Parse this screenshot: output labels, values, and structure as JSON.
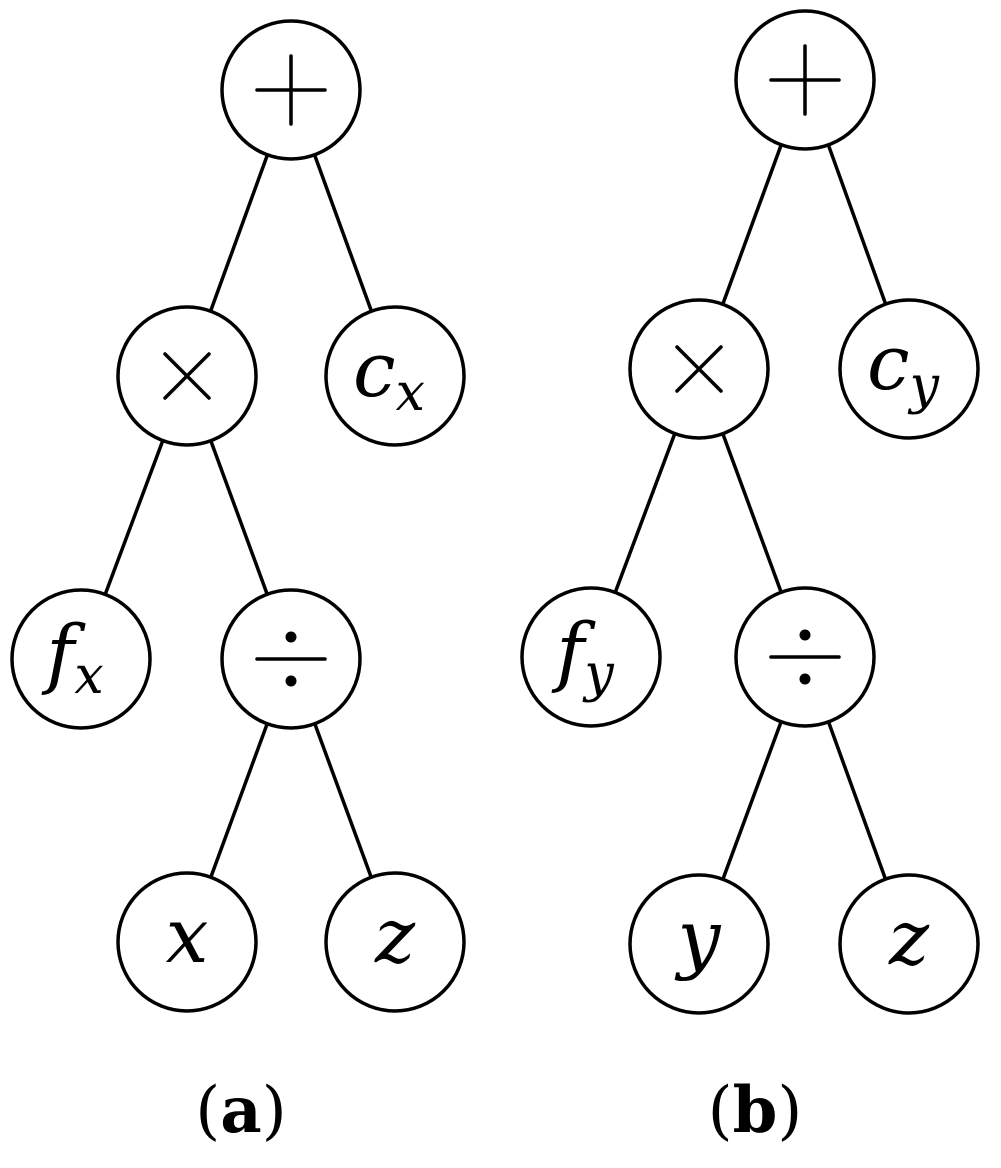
{
  "trees": [
    {
      "id": "a",
      "caption": {
        "open": "(",
        "letter": "a",
        "close": ")"
      },
      "nodes": [
        {
          "id": "a-root",
          "kind": "operator",
          "op": "plus-icon",
          "label": "+"
        },
        {
          "id": "a-mul",
          "kind": "operator",
          "op": "times-icon",
          "label": "×"
        },
        {
          "id": "a-c",
          "kind": "variable",
          "main": "c",
          "sub": "x"
        },
        {
          "id": "a-f",
          "kind": "variable",
          "main": "f",
          "sub": "x"
        },
        {
          "id": "a-div",
          "kind": "operator",
          "op": "divide-icon",
          "label": "÷"
        },
        {
          "id": "a-x",
          "kind": "variable",
          "main": "x",
          "sub": ""
        },
        {
          "id": "a-z",
          "kind": "variable",
          "main": "z",
          "sub": ""
        }
      ],
      "edges": [
        [
          "a-root",
          "a-mul"
        ],
        [
          "a-root",
          "a-c"
        ],
        [
          "a-mul",
          "a-f"
        ],
        [
          "a-mul",
          "a-div"
        ],
        [
          "a-div",
          "a-x"
        ],
        [
          "a-div",
          "a-z"
        ]
      ]
    },
    {
      "id": "b",
      "caption": {
        "open": "(",
        "letter": "b",
        "close": ")"
      },
      "nodes": [
        {
          "id": "b-root",
          "kind": "operator",
          "op": "plus-icon",
          "label": "+"
        },
        {
          "id": "b-mul",
          "kind": "operator",
          "op": "times-icon",
          "label": "×"
        },
        {
          "id": "b-c",
          "kind": "variable",
          "main": "c",
          "sub": "y"
        },
        {
          "id": "b-f",
          "kind": "variable",
          "main": "f",
          "sub": "y"
        },
        {
          "id": "b-div",
          "kind": "operator",
          "op": "divide-icon",
          "label": "÷"
        },
        {
          "id": "b-y",
          "kind": "variable",
          "main": "y",
          "sub": ""
        },
        {
          "id": "b-z",
          "kind": "variable",
          "main": "z",
          "sub": ""
        }
      ],
      "edges": [
        [
          "b-root",
          "b-mul"
        ],
        [
          "b-root",
          "b-c"
        ],
        [
          "b-mul",
          "b-f"
        ],
        [
          "b-mul",
          "b-div"
        ],
        [
          "b-div",
          "b-y"
        ],
        [
          "b-div",
          "b-z"
        ]
      ]
    }
  ]
}
